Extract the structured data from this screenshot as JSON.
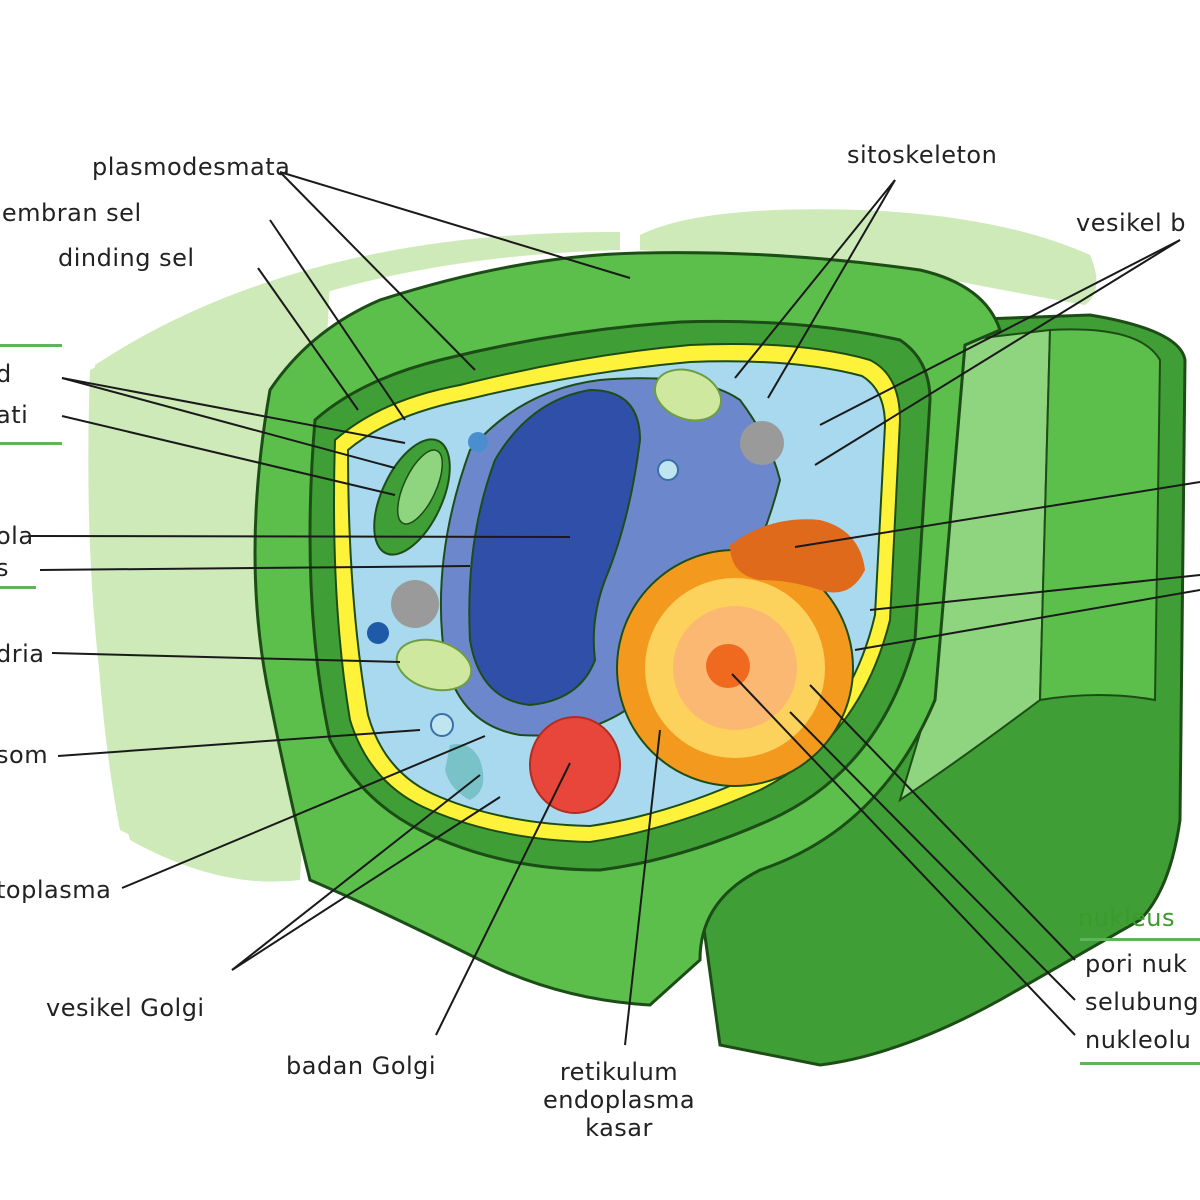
{
  "labels": {
    "plasmodesmata": "plasmodesmata",
    "membran_sel": "membran sel",
    "dinding_sel": "dinding sel",
    "sitoskeleton": "sitoskeleton",
    "vesikel_b": "vesikel b",
    "left_d": "d",
    "left_ati": "ati",
    "left_ola": "ola",
    "left_s": "s",
    "left_dria": "dria",
    "left_som": "som",
    "left_toplasma": "toplasma",
    "vesikel_golgi": "vesikel Golgi",
    "badan_golgi": "badan Golgi",
    "retikulum_1": "retikulum",
    "retikulum_2": "endoplasma",
    "retikulum_3": "kasar",
    "nukleus": "nukleus",
    "pori_nuk": "pori nuk",
    "selubung": "selubung",
    "nukleolu": "nukleolu"
  },
  "colors": {
    "wall_dark": "#3f9e35",
    "wall_mid": "#5cbf4c",
    "wall_light": "#8fd47e",
    "background_cell": "#cdeab8",
    "membrane": "#fff23a",
    "cytoplasm": "#a9d9ef",
    "vacuole": "#3a5fb8",
    "nucleus": "#f39a1e",
    "golgi": "#e8463a",
    "accent_green": "#3a9a2a"
  }
}
